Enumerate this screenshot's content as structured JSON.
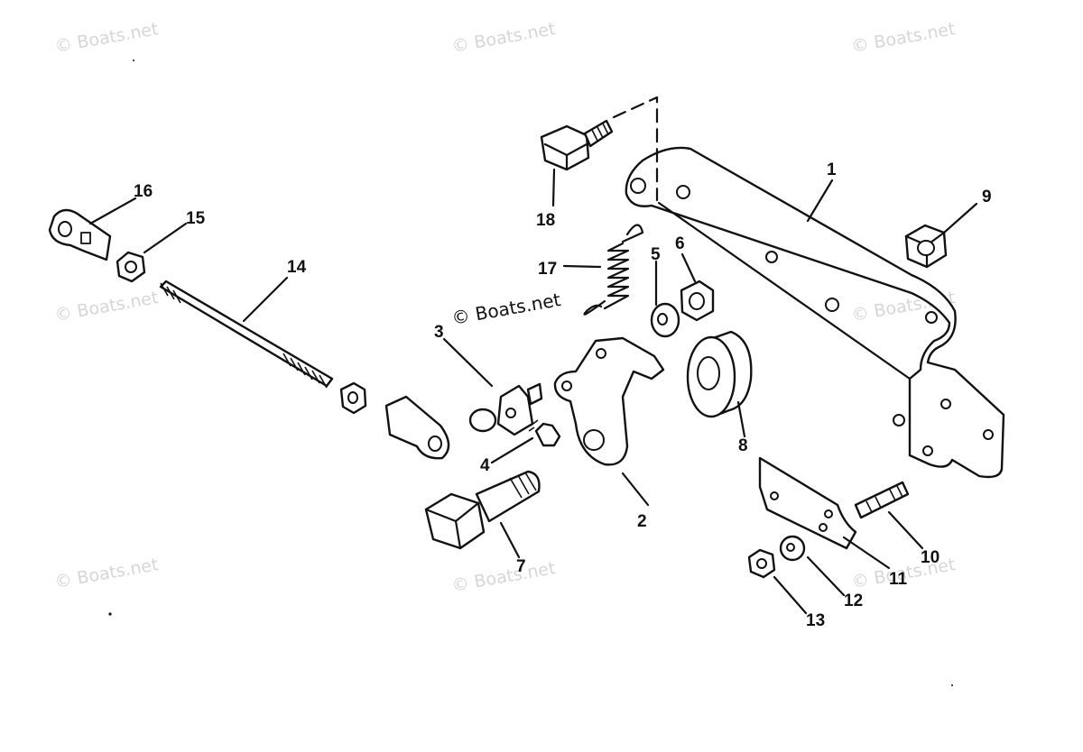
{
  "watermarks": [
    "© Boats.net",
    "© Boats.net",
    "© Boats.net",
    "© Boats.net",
    "© Boats.net",
    "© Boats.net",
    "© Boats.net",
    "© Boats.net",
    "© Boats.net"
  ],
  "center_watermark": "© Boats.net",
  "callouts": [
    "1",
    "2",
    "3",
    "4",
    "5",
    "6",
    "7",
    "8",
    "9",
    "10",
    "11",
    "12",
    "13",
    "14",
    "15",
    "16",
    "17",
    "18"
  ]
}
